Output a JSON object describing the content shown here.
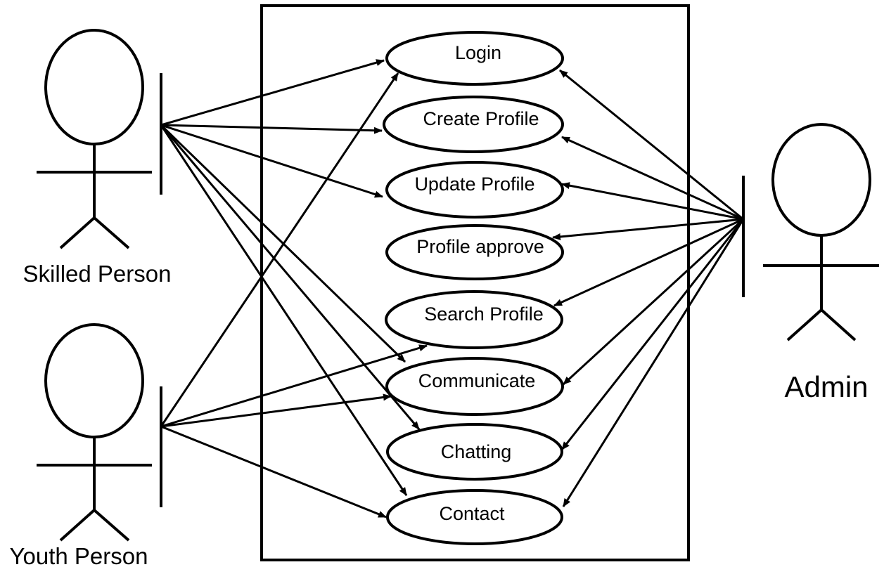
{
  "actors": {
    "skilled": {
      "label": "Skilled Person"
    },
    "youth": {
      "label": "Youth Person"
    },
    "admin": {
      "label": "Admin"
    }
  },
  "use_cases": [
    {
      "id": "login",
      "label": "Login"
    },
    {
      "id": "create-profile",
      "label": "Create Profile"
    },
    {
      "id": "update-profile",
      "label": "Update Profile"
    },
    {
      "id": "profile-approve",
      "label": "Profile approve"
    },
    {
      "id": "search-profile",
      "label": "Search Profile"
    },
    {
      "id": "communicate",
      "label": "Communicate"
    },
    {
      "id": "chatting",
      "label": "Chatting"
    },
    {
      "id": "contact",
      "label": "Contact"
    }
  ],
  "associations": [
    {
      "from": "skilled",
      "to": "login"
    },
    {
      "from": "skilled",
      "to": "create-profile"
    },
    {
      "from": "skilled",
      "to": "update-profile"
    },
    {
      "from": "skilled",
      "to": "communicate"
    },
    {
      "from": "skilled",
      "to": "chatting"
    },
    {
      "from": "skilled",
      "to": "contact"
    },
    {
      "from": "youth",
      "to": "login"
    },
    {
      "from": "youth",
      "to": "search-profile"
    },
    {
      "from": "youth",
      "to": "communicate"
    },
    {
      "from": "youth",
      "to": "contact"
    },
    {
      "from": "admin",
      "to": "login"
    },
    {
      "from": "admin",
      "to": "create-profile"
    },
    {
      "from": "admin",
      "to": "update-profile"
    },
    {
      "from": "admin",
      "to": "profile-approve"
    },
    {
      "from": "admin",
      "to": "search-profile"
    },
    {
      "from": "admin",
      "to": "communicate"
    },
    {
      "from": "admin",
      "to": "chatting"
    },
    {
      "from": "admin",
      "to": "contact"
    }
  ]
}
